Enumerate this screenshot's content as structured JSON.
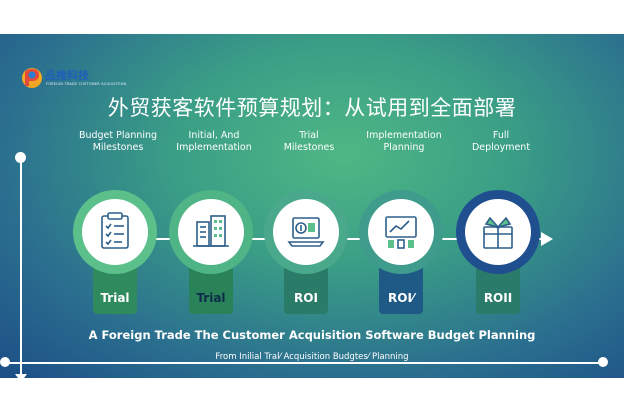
{
  "logo": {
    "name": "品推科技",
    "tagline": "FOREIGN TRADE CUSTOMER ACQUISITION"
  },
  "title": "外贸获客软件预算规划：从试用到全面部署",
  "steps": [
    {
      "label_line1": "Budget Planning",
      "label_line2": "Milestones",
      "tab_text": "Trial",
      "icon": "checklist-icon",
      "ring_color": "#5cc08a",
      "tab_color": "#2f8a5e",
      "tab_text_color": "#ffffff"
    },
    {
      "label_line1": "Initial, And",
      "label_line2": "Implementation",
      "tab_text": "Trial",
      "icon": "office-building-icon",
      "ring_color": "#4fb486",
      "tab_color": "#2a8259",
      "tab_text_color": "#0e2b4a"
    },
    {
      "label_line1": "Trial",
      "label_line2": "Milestones",
      "tab_text": "ROI",
      "icon": "coin-laptop-icon",
      "ring_color": "#49a98a",
      "tab_color": "#2a7b67",
      "tab_text_color": "#ffffff"
    },
    {
      "label_line1": "Implementation",
      "label_line2": "Planning",
      "tab_text": "ROI⁄",
      "icon": "presentation-board-icon",
      "ring_color": "#3f9c8c",
      "tab_color": "#1f5a86",
      "tab_text_color": "#ffffff"
    },
    {
      "label_line1": "Full",
      "label_line2": "Deployment",
      "tab_text": "ROII",
      "icon": "gift-box-icon",
      "ring_color": "#1f4f8f",
      "tab_color": "#2b7b6a",
      "tab_text_color": "#ffffff"
    }
  ],
  "subtitle": "A Foreign Trade The Customer Acquisition Software Budget Planning",
  "caption": "From Inilial Tral⁄ Acquisition Budgtes⁄ Planning",
  "colors": {
    "accent_dark_blue": "#1c4e86",
    "accent_green": "#4fb784",
    "icon_stroke": "#2d5f8a"
  }
}
